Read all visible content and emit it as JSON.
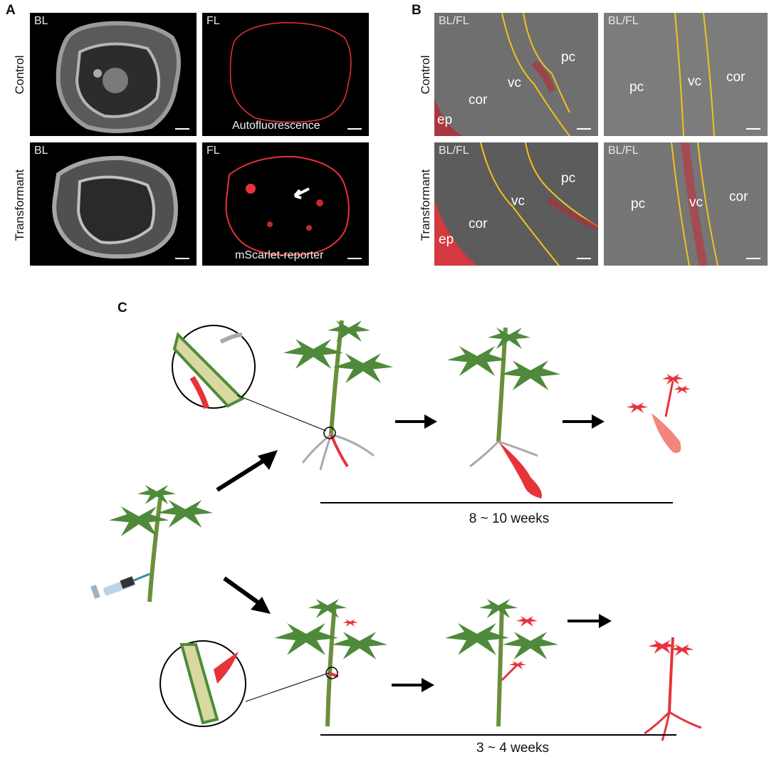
{
  "panel_letters": {
    "a": "A",
    "b": "B",
    "c": "C"
  },
  "rows": {
    "control": "Control",
    "transformant": "Transformant"
  },
  "panelA": {
    "bl_tag": "BL",
    "fl_tag": "FL",
    "control_fl_caption": "Autofluorescence",
    "transformant_fl_caption": "mScarlet-reporter"
  },
  "panelB": {
    "tag": "BL/FL",
    "tissues": {
      "ep": "ep",
      "cor": "cor",
      "vc": "vc",
      "pc": "pc"
    }
  },
  "panelC": {
    "top_duration": "8 ~ 10 weeks",
    "bottom_duration": "3 ~ 4 weeks"
  },
  "colors": {
    "reporter_red": "#e8323a",
    "leaf_green": "#4e8a3a",
    "stem_green": "#6a8f3a",
    "root_gray": "#a9a9a9",
    "vascular_boundary": "#f2c21b"
  }
}
